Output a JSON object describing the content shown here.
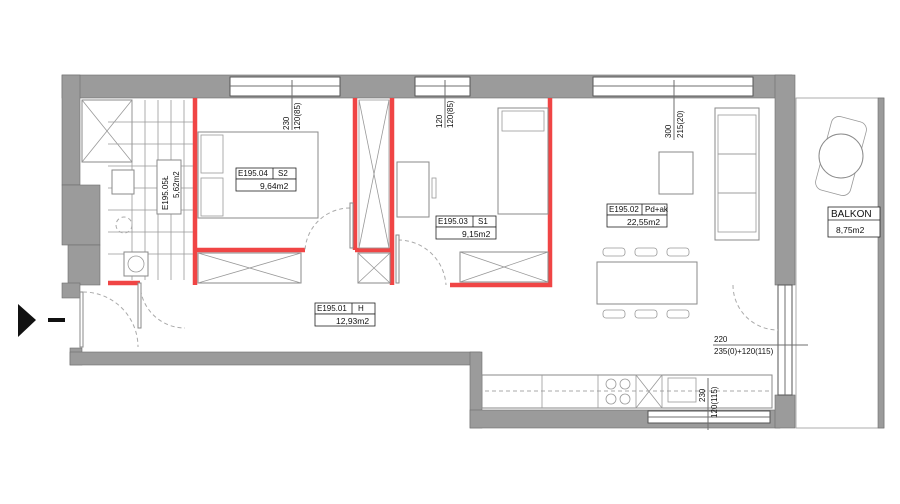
{
  "plan": {
    "rooms": [
      {
        "id": "E195.04",
        "code": "S2",
        "area": "9,64m2"
      },
      {
        "id": "E195.03",
        "code": "S1",
        "area": "9,15m2"
      },
      {
        "id": "E195.02",
        "code": "Pd+ak",
        "area": "22,55m2"
      },
      {
        "id": "E195.01",
        "code": "H",
        "area": "12,93m2"
      },
      {
        "id": "E195.05",
        "code": "Ł",
        "area": "5,62m2"
      }
    ],
    "balcony": {
      "name": "BALKON",
      "area": "8,75m2"
    },
    "dimensions": {
      "win1_a": "230",
      "win1_b": "120(85)",
      "win2_a": "120",
      "win2_b": "120(85)",
      "win3_a": "300",
      "win3_b": "215(20)",
      "door_a": "220",
      "door_b": "235(0)+120(115)",
      "win4_a": "230",
      "win4_b": "120(115)"
    },
    "colors": {
      "wall": "#9b9b9b",
      "partition": "#f04545"
    }
  }
}
